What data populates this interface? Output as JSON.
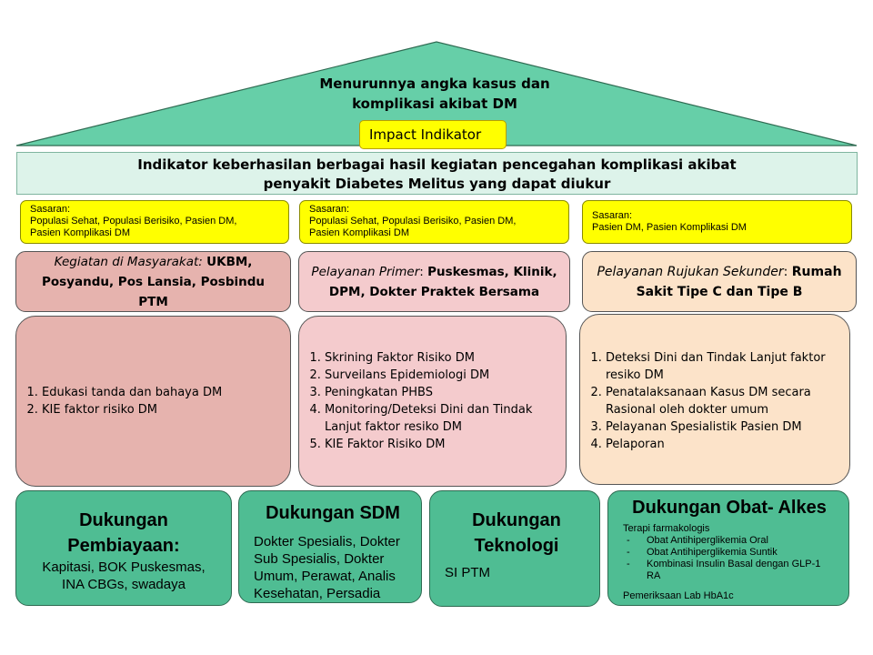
{
  "roof": {
    "title_line1": "Menurunnya angka kasus dan",
    "title_line2": "komplikasi akibat DM",
    "impact_label": "Impact Indikator"
  },
  "banner": {
    "line1": "Indikator keberhasilan berbagai hasil kegiatan pencegahan komplikasi akibat",
    "line2": "penyakit Diabetes Melitus yang dapat diukur"
  },
  "colors": {
    "roof": "#66cfa8",
    "banner": "#ddf3ea",
    "sasaran": "#ffff00",
    "community": "#e6b3ae",
    "primary": "#f4cbcd",
    "secondary": "#fce3c9",
    "support": "#4fbd93"
  },
  "columns": [
    {
      "sasaran_label": "Sasaran:",
      "sasaran_lines": [
        "Populasi Sehat, Populasi Berisiko, Pasien DM,",
        "Pasien Komplikasi DM"
      ],
      "level_italic": "Kegiatan di Masyarakat:",
      "level_bold": "UKBM, Posyandu, Pos Lansia, Posbindu PTM",
      "activities": [
        "Edukasi tanda dan bahaya DM",
        "KIE faktor risiko DM"
      ]
    },
    {
      "sasaran_label": "Sasaran:",
      "sasaran_lines": [
        "Populasi Sehat, Populasi Berisiko, Pasien DM,",
        "Pasien Komplikasi DM"
      ],
      "level_italic": "Pelayanan Primer",
      "level_bold": "Puskesmas, Klinik, DPM, Dokter Praktek Bersama",
      "activities": [
        "Skrining Faktor Risiko DM",
        "Surveilans Epidemiologi DM",
        "Peningkatan PHBS",
        "Monitoring/Deteksi Dini dan Tindak Lanjut faktor resiko DM",
        "KIE Faktor Risiko DM"
      ]
    },
    {
      "sasaran_label": "Sasaran:",
      "sasaran_lines": [
        "Pasien DM, Pasien Komplikasi DM"
      ],
      "level_italic": "Pelayanan Rujukan Sekunder",
      "level_bold": "Rumah Sakit Tipe C dan Tipe B",
      "activities": [
        "Deteksi Dini dan Tindak Lanjut faktor resiko DM",
        "Penatalaksanaan Kasus DM secara Rasional oleh dokter umum",
        "Pelayanan Spesialistik Pasien DM",
        "Pelaporan"
      ]
    }
  ],
  "support": {
    "financing": {
      "title": "Dukungan Pembiayaan:",
      "body": "Kapitasi, BOK Puskesmas, INA CBGs, swadaya"
    },
    "hr": {
      "title": "Dukungan SDM",
      "body": "Dokter Spesialis, Dokter Sub Spesialis, Dokter Umum, Perawat, Analis Kesehatan, Persadia"
    },
    "tech": {
      "title": "Dukungan Teknologi",
      "body": "SI PTM"
    },
    "drugs": {
      "title": "Dukungan Obat- Alkes",
      "subtitle": "Terapi farmakologis",
      "items": [
        "Obat Antihiperglikemia Oral",
        "Obat Antihiperglikemia Suntik",
        "Kombinasi Insulin Basal dengan GLP-1 RA"
      ],
      "footer": "Pemeriksaan Lab HbA1c"
    }
  }
}
